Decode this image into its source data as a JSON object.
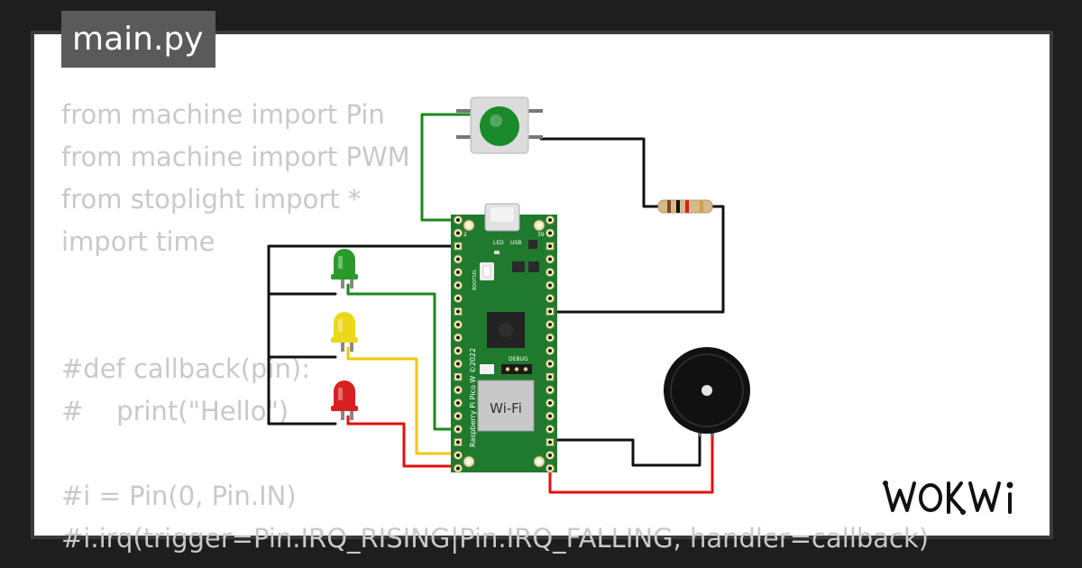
{
  "editor": {
    "filename": "main.py",
    "code_lines": [
      "from machine import Pin",
      "from machine import PWM",
      "from stoplight import *",
      "import time",
      "",
      "",
      "#def callback(pin):",
      "#    print(\"Hello\")",
      "",
      "#i = Pin(0, Pin.IN)",
      "#i.irq(trigger=Pin.IRQ_RISING|Pin.IRQ_FALLING, handler=callback)"
    ]
  },
  "board": {
    "name": "Raspberry Pi Pico W ©2022",
    "module_label": "Wi-Fi",
    "debug_label": "DEBUG",
    "led_label": "LED",
    "usb_label": "USB",
    "bootsel_label": "BOOTSEL",
    "pin_first": "2",
    "pin_last": "39",
    "color": "#1f7a2e"
  },
  "components": {
    "led_green_color": "#2a9a2a",
    "led_yellow_color": "#ecd81a",
    "led_red_color": "#d82020",
    "button_color": "#1a8a2a",
    "buzzer_color": "#111111"
  },
  "wire_colors": {
    "green": "#1a8a1a",
    "yellow": "#f0c800",
    "red": "#e01010",
    "black": "#111111"
  },
  "brand": {
    "logo_text": "WOKWi"
  }
}
